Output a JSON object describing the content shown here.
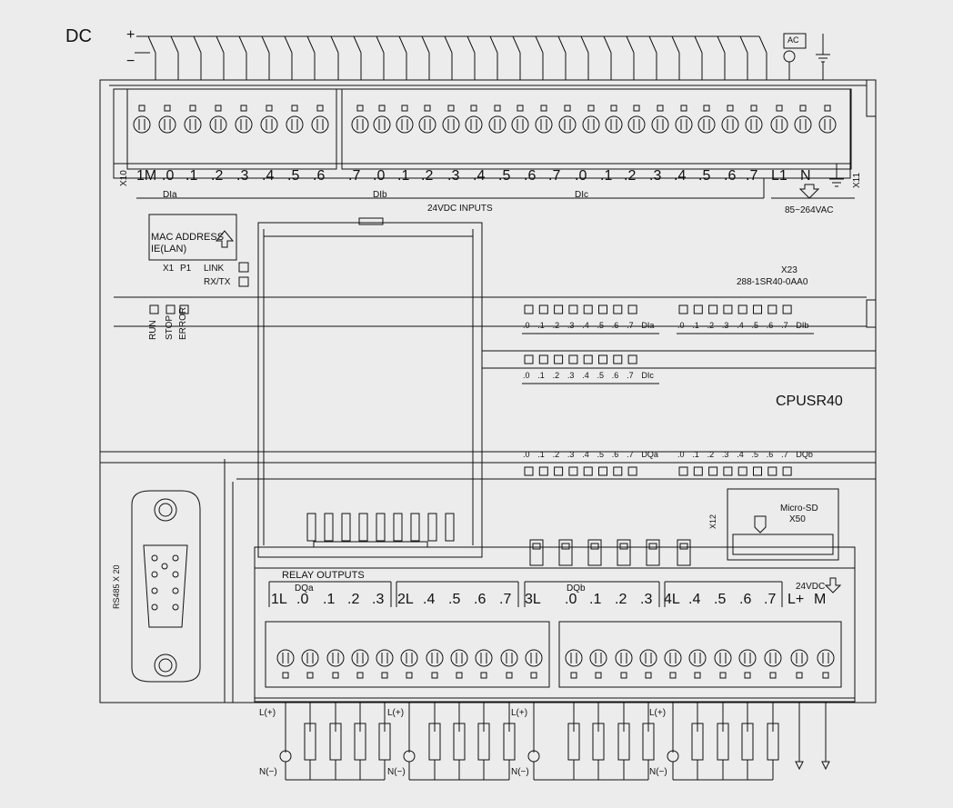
{
  "supply": {
    "dc": "DC",
    "plus": "+",
    "minus": "−",
    "ac": "AC"
  },
  "top_terminals": {
    "group_a": [
      "1M",
      ".0",
      ".1",
      ".2",
      ".3",
      ".4",
      ".5",
      ".6"
    ],
    "group_b": [
      ".7",
      ".0",
      ".1",
      ".2",
      ".3",
      ".4",
      ".5",
      ".6",
      ".7",
      ".0",
      ".1",
      ".2",
      ".3",
      ".4",
      ".5",
      ".6",
      ".7"
    ],
    "power": [
      "L1",
      "N"
    ],
    "sub_labels": [
      "DIa",
      "DIb",
      "DIc"
    ],
    "inputs_caption": "24VDC INPUTS",
    "power_caption": "85~264VAC",
    "x10": "X10",
    "x11": "X11"
  },
  "mac": {
    "line1": "MAC ADDRESS",
    "line2": "IE(LAN)",
    "x1": "X1",
    "p1": "P1",
    "link": "LINK",
    "rxtx": "RX/TX"
  },
  "status_leds": [
    "RUN",
    "STOP",
    "ERROR"
  ],
  "module": {
    "x23": "X23",
    "order_no": "288-1SR40-0AA0",
    "name": "CPUSR40",
    "x12": "X12",
    "microsd": "Micro-SD",
    "x50": "X50",
    "rs485": "RS485 X 20"
  },
  "led_rows": {
    "dia": [
      ".0",
      ".1",
      ".2",
      ".3",
      ".4",
      ".5",
      ".6",
      ".7",
      "DIa"
    ],
    "dib": [
      ".0",
      ".1",
      ".2",
      ".3",
      ".4",
      ".5",
      ".6",
      ".7",
      "DIb"
    ],
    "dic": [
      ".0",
      ".1",
      ".2",
      ".3",
      ".4",
      ".5",
      ".6",
      ".7",
      "DIc"
    ],
    "dqa": [
      ".0",
      ".1",
      ".2",
      ".3",
      ".4",
      ".5",
      ".6",
      ".7",
      "DQa"
    ],
    "dqb": [
      ".0",
      ".1",
      ".2",
      ".3",
      ".4",
      ".5",
      ".6",
      ".7",
      "DQb"
    ]
  },
  "bottom_terminals": {
    "relay_outputs": "RELAY   OUTPUTS",
    "dqa": "DQa",
    "dqb": "DQb",
    "supply_24": "24VDC",
    "labels": [
      "1L",
      ".0",
      ".1",
      ".2",
      ".3",
      "2L",
      ".4",
      ".5",
      ".6",
      ".7",
      "3L",
      ".0",
      ".1",
      ".2",
      ".3",
      "4L",
      ".4",
      ".5",
      ".6",
      ".7",
      "L+",
      "M"
    ],
    "l_plus": "L(+)",
    "n_minus": "N(−)"
  }
}
